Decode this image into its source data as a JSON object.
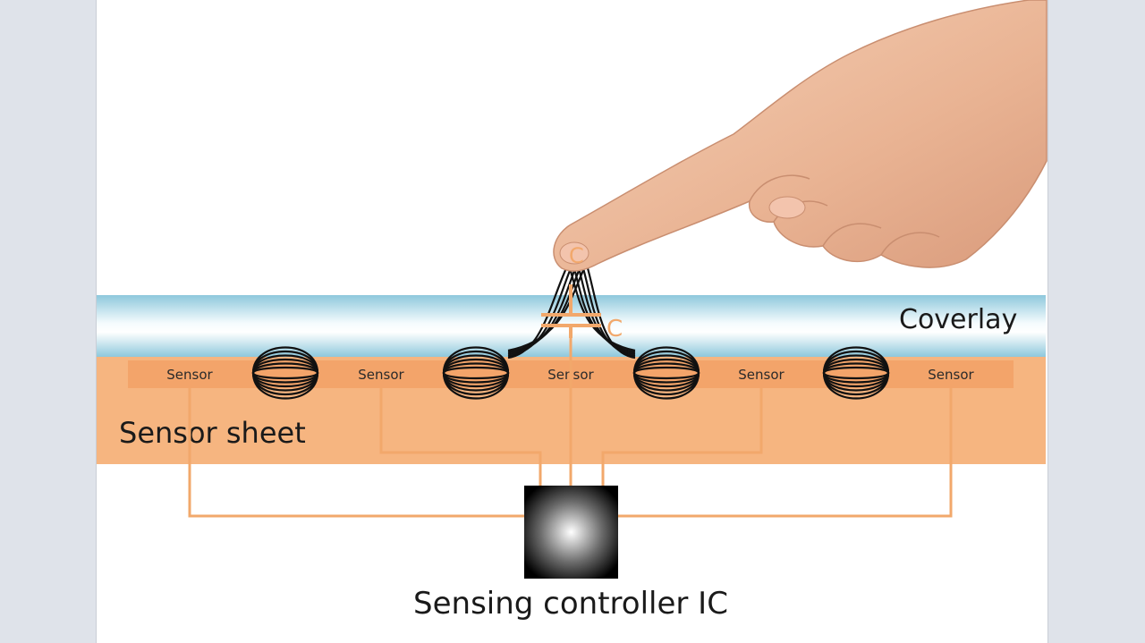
{
  "diagram": {
    "labels": {
      "coverlay": "Coverlay",
      "sensor_sheet": "Sensor sheet",
      "controller": "Sensing controller IC",
      "capacitance_finger": "C",
      "capacitance_center": "C"
    },
    "sensors": [
      "Sensor",
      "Sensor",
      "Sensor",
      "Sensor",
      "Sensor"
    ],
    "colors": {
      "sensor_sheet": "#f6b580",
      "sensor_strip": "#f3a46a",
      "wire": "#f2a86b",
      "coverlay_edge": "#9fd1e2",
      "coverlay_center": "#ffffff",
      "field_lines": "#111111",
      "ic_body": "#000000",
      "ic_glow": "#ffffff"
    },
    "icons": [
      "hand-pointing-icon",
      "field-line-icon",
      "capacitor-icon",
      "chip-icon"
    ]
  }
}
